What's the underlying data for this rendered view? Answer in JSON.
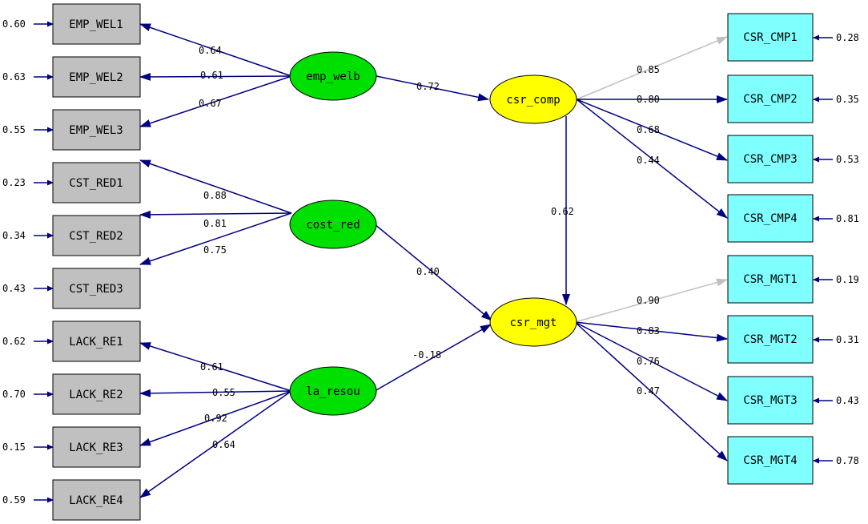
{
  "colors": {
    "background": "#ffffff",
    "observed_left_fill": "#c0c0c0",
    "observed_right_fill": "#80ffff",
    "exogenous_fill": "#00e000",
    "endogenous_fill": "#ffff00",
    "arrow": "#000080",
    "fixed_arrow": "#c0c0c0"
  },
  "latent": {
    "emp_welb": "emp_welb",
    "cost_red": "cost_red",
    "la_resou": "la_resou",
    "csr_comp": "csr_comp",
    "csr_mgt": "csr_mgt"
  },
  "observed": {
    "emp_wel1": "EMP_WEL1",
    "emp_wel2": "EMP_WEL2",
    "emp_wel3": "EMP_WEL3",
    "cst_red1": "CST_RED1",
    "cst_red2": "CST_RED2",
    "cst_red3": "CST_RED3",
    "lack_re1": "LACK_RE1",
    "lack_re2": "LACK_RE2",
    "lack_re3": "LACK_RE3",
    "lack_re4": "LACK_RE4",
    "csr_cmp1": "CSR_CMP1",
    "csr_cmp2": "CSR_CMP2",
    "csr_cmp3": "CSR_CMP3",
    "csr_cmp4": "CSR_CMP4",
    "csr_mgt1": "CSR_MGT1",
    "csr_mgt2": "CSR_MGT2",
    "csr_mgt3": "CSR_MGT3",
    "csr_mgt4": "CSR_MGT4"
  },
  "error_variances": {
    "emp_wel1": "0.60",
    "emp_wel2": "0.63",
    "emp_wel3": "0.55",
    "cst_red1": "0.23",
    "cst_red2": "0.34",
    "cst_red3": "0.43",
    "lack_re1": "0.62",
    "lack_re2": "0.70",
    "lack_re3": "0.15",
    "lack_re4": "0.59",
    "csr_cmp1": "0.28",
    "csr_cmp2": "0.35",
    "csr_cmp3": "0.53",
    "csr_cmp4": "0.81",
    "csr_mgt1": "0.19",
    "csr_mgt2": "0.31",
    "csr_mgt3": "0.43",
    "csr_mgt4": "0.78"
  },
  "loadings": {
    "emp_wel1": "0.64",
    "emp_wel2": "0.61",
    "emp_wel3": "0.67",
    "cst_red1": "0.88",
    "cst_red2": "0.81",
    "cst_red3": "0.75",
    "lack_re1": "0.61",
    "lack_re2": "0.55",
    "lack_re3": "0.92",
    "lack_re4": "0.64",
    "csr_cmp1": "0.85",
    "csr_cmp2": "0.80",
    "csr_cmp3": "0.68",
    "csr_cmp4": "0.44",
    "csr_mgt1": "0.90",
    "csr_mgt2": "0.83",
    "csr_mgt3": "0.76",
    "csr_mgt4": "0.47"
  },
  "paths": {
    "emp_welb_to_csr_comp": "0.72",
    "cost_red_to_csr_mgt": "0.40",
    "la_resou_to_csr_mgt": "-0.18",
    "csr_comp_to_csr_mgt": "0.62"
  }
}
